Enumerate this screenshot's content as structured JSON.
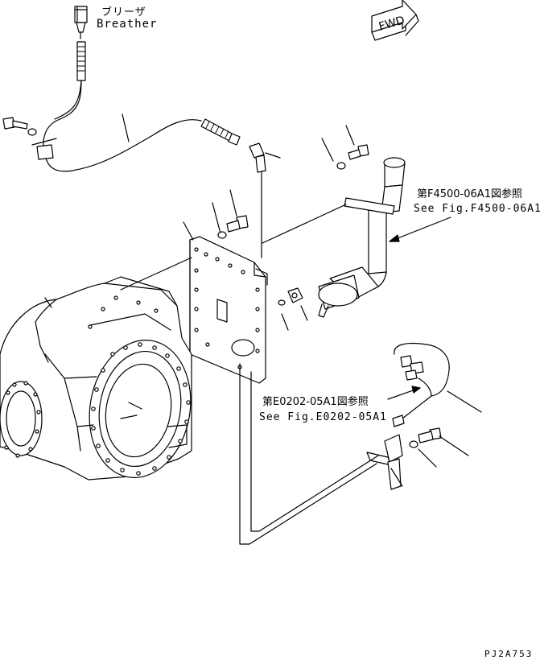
{
  "labels": {
    "breather_jp": "ブリーザ",
    "breather_en": "Breather",
    "fwd": "FWD",
    "ref1_jp": "第F4500-06A1図参照",
    "ref1_en": "See Fig.F4500-06A1",
    "ref2_jp": "第E0202-05A1図参照",
    "ref2_en": "See Fig.E0202-05A1",
    "drawing_code": "PJ2A753"
  }
}
